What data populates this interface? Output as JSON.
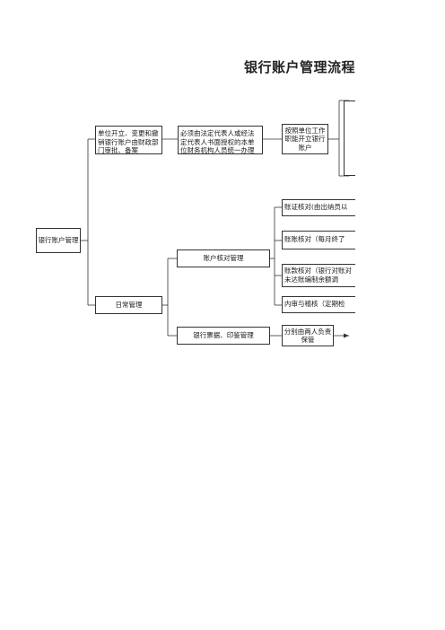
{
  "title": "银行账户管理流程",
  "nodes": {
    "root": "银行账户管理",
    "open_close": "单位开立、变更和撤销银行账户由财政部门审批、备案",
    "legal_rep": "必须由法定代表人或经法定代表人书面授权的本单位财务机构人员统一办理",
    "per_function": "按照单位工作职能开立银行账户",
    "daily": "日常管理",
    "account_check": "账户核对管理",
    "bills_seals": "银行票据、印鉴管理",
    "cert_check": "账证核对(由出纳员以",
    "ledger_check": "账账核对（每月终了",
    "bank_check": "账款核对（银行对账对未达账编制余额调",
    "audit": "内审与稽核（定期检",
    "two_people": "分别由两人负责保管"
  }
}
